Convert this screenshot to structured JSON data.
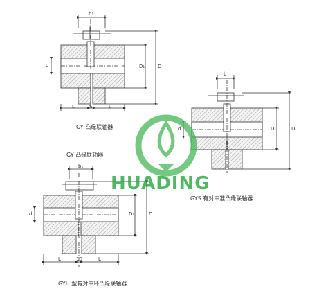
{
  "watermark": {
    "text": "HUADING",
    "color": "#22a33a"
  },
  "captions": {
    "gy_inner": "GY 凸缘联轴器",
    "gy_outer": "GY 凸缘联轴器",
    "gys": "GYS 有对中准凸缘联轴器",
    "gyh": "GYH 型有对中环凸缘联轴器"
  },
  "dims": {
    "b1": "b₁",
    "b": "b",
    "d": "d",
    "D1": "D₁",
    "D": "D",
    "L": "L",
    "S": "S",
    "ring": "10"
  }
}
